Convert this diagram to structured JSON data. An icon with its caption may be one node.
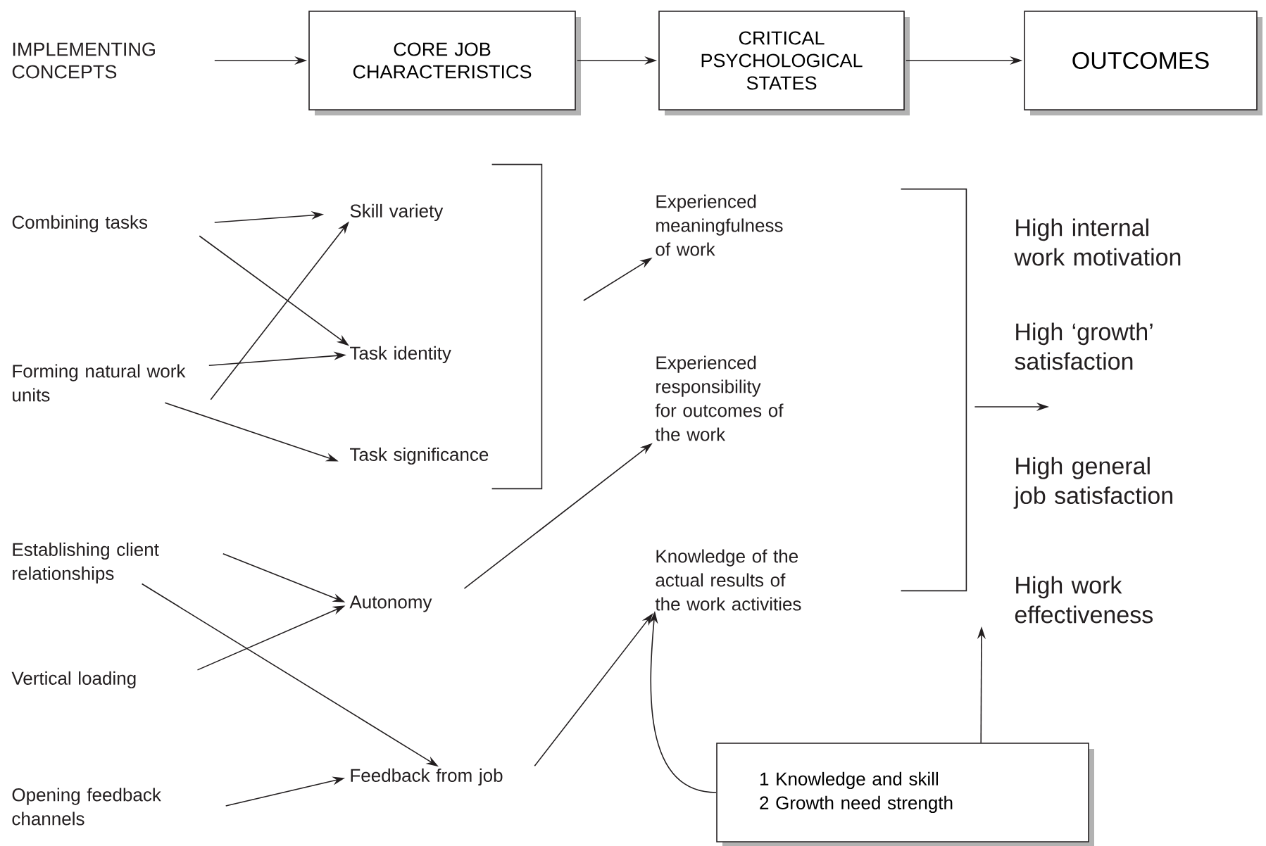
{
  "diagram": {
    "nodes": [
      {
        "text": [
          "IMPLEMENTING CONCEPTS"
        ]
      },
      {
        "text": [
          "CORE JOB CHARACTERISTICS"
        ]
      },
      {
        "text": [
          "CRITICAL PSYCHOLOGICAL STATES"
        ]
      },
      {
        "text": [
          "OUTCOMES"
        ]
      },
      {
        "text": [
          "Combining tasks"
        ]
      },
      {
        "text": [
          "Forming natural work units"
        ]
      },
      {
        "text": [
          "Establishing client relationships"
        ]
      },
      {
        "text": [
          "Vertical loading"
        ]
      },
      {
        "text": [
          "Opening feedback channels"
        ]
      },
      {
        "text": [
          "Skill variety"
        ]
      },
      {
        "text": [
          "Task identity"
        ]
      },
      {
        "text": [
          "Task significance"
        ]
      },
      {
        "text": [
          "Autonomy"
        ]
      },
      {
        "text": [
          "Feedback from job"
        ]
      },
      {
        "text": [
          "Experienced meaningfulness of work"
        ]
      },
      {
        "text": [
          "Experienced responsibility for outcomes of the work"
        ]
      },
      {
        "text": [
          "Knowledge of the actual results of the work activities"
        ]
      },
      {
        "text": [
          "High internal work motivation"
        ]
      },
      {
        "text": [
          "High ‘growth’ satisfaction"
        ]
      },
      {
        "text": [
          "High general job satisfaction"
        ]
      },
      {
        "text": [
          "High work effectiveness"
        ]
      },
      {
        "text": [
          "1 Knowledge and skill",
          "2 Growth need strength"
        ]
      },
      {
        "text": [],
        "shape": "bracket"
      },
      {
        "text": [],
        "shape": "bracket"
      }
    ],
    "edges": [
      {
        "from": 0,
        "to": 1,
        "arrow": "to"
      },
      {
        "from": 1,
        "to": 2,
        "arrow": "to"
      },
      {
        "from": 2,
        "to": 3,
        "arrow": "to"
      },
      {
        "from": 4,
        "to": 9,
        "arrow": "to"
      },
      {
        "from": 4,
        "to": 10,
        "arrow": "to"
      },
      {
        "from": 5,
        "to": 10,
        "arrow": "to"
      },
      {
        "from": 5,
        "to": 11,
        "arrow": "to"
      },
      {
        "from": 5,
        "to": 9,
        "arrow": "to"
      },
      {
        "from": 6,
        "to": 12,
        "arrow": "to"
      },
      {
        "from": 6,
        "to": 13,
        "arrow": "to"
      },
      {
        "from": 7,
        "to": 12,
        "arrow": "to"
      },
      {
        "from": 8,
        "to": 13,
        "arrow": "to"
      },
      {
        "from": 22,
        "to": 14,
        "arrow": "to"
      },
      {
        "from": 12,
        "to": 15,
        "arrow": "to"
      },
      {
        "from": 13,
        "to": 16,
        "arrow": "to"
      },
      {
        "from": 21,
        "to": 16,
        "arrow": "to"
      },
      {
        "from": 21,
        "to": null,
        "arrow": "to"
      },
      {
        "from": 23,
        "to": null,
        "arrow": "to"
      }
    ]
  }
}
